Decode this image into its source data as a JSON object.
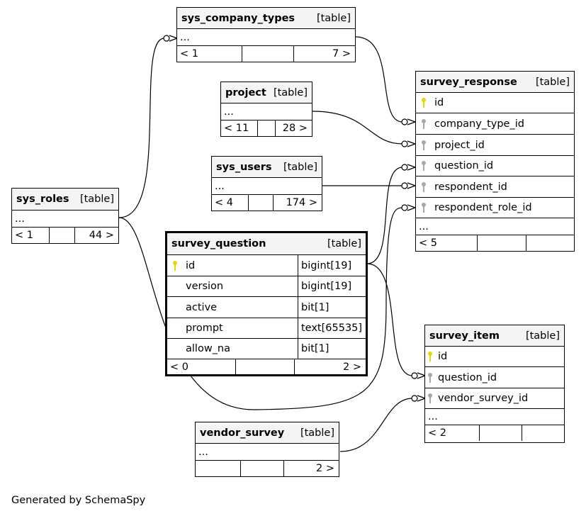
{
  "tables": {
    "sys_company_types": {
      "name": "sys_company_types",
      "kind": "[table]",
      "ellipsis": "...",
      "parents": "< 1",
      "children": "7 >"
    },
    "project": {
      "name": "project",
      "kind": "[table]",
      "ellipsis": "...",
      "parents": "< 11",
      "children": "28 >"
    },
    "sys_users": {
      "name": "sys_users",
      "kind": "[table]",
      "ellipsis": "...",
      "parents": "< 4",
      "children": "174 >"
    },
    "sys_roles": {
      "name": "sys_roles",
      "kind": "[table]",
      "ellipsis": "...",
      "parents": "< 1",
      "children": "44 >"
    },
    "survey_response": {
      "name": "survey_response",
      "kind": "[table]",
      "columns": [
        "id",
        "company_type_id",
        "project_id",
        "question_id",
        "respondent_id",
        "respondent_role_id"
      ],
      "ellipsis": "...",
      "parents": "< 5",
      "children": ""
    },
    "survey_question": {
      "name": "survey_question",
      "kind": "[table]",
      "columns": [
        {
          "name": "id",
          "type": "bigint[19]"
        },
        {
          "name": "version",
          "type": "bigint[19]"
        },
        {
          "name": "active",
          "type": "bit[1]"
        },
        {
          "name": "prompt",
          "type": "text[65535]"
        },
        {
          "name": "allow_na",
          "type": "bit[1]"
        }
      ],
      "parents": "< 0",
      "children": "2 >"
    },
    "survey_item": {
      "name": "survey_item",
      "kind": "[table]",
      "columns": [
        "id",
        "question_id",
        "vendor_survey_id"
      ],
      "ellipsis": "...",
      "parents": "< 2",
      "children": ""
    },
    "vendor_survey": {
      "name": "vendor_survey",
      "kind": "[table]",
      "ellipsis": "...",
      "parents": "",
      "children": "2 >"
    }
  },
  "colors": {
    "primary_key": "#e5d800",
    "foreign_key": "#a8a8a8",
    "header_bg": "#f4f4f4"
  },
  "footer": {
    "caption": "Generated by SchemaSpy"
  }
}
